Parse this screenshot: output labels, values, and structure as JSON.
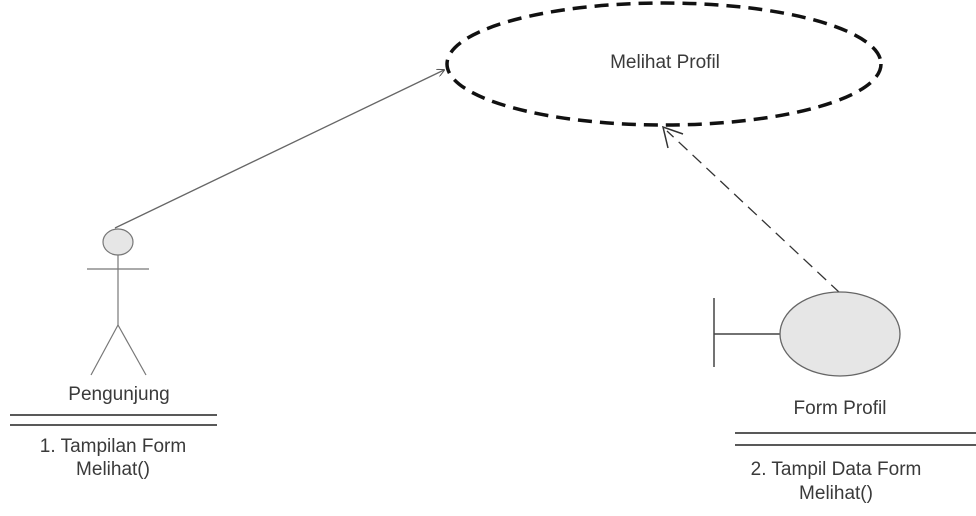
{
  "usecase": {
    "label": "Melihat Profil"
  },
  "actor": {
    "name": "Pengunjung",
    "operation_line1": "1. Tampilan Form",
    "operation_line2": "Melihat()"
  },
  "boundary": {
    "name": "Form Profil",
    "operation_line1": "2. Tampil Data Form",
    "operation_line2": "Melihat()"
  },
  "colors": {
    "line": "#555555",
    "usecase_border": "#111111",
    "actor_head_fill": "#e6e6e6",
    "boundary_fill": "#e6e6e6",
    "text": "#3a3a3a"
  }
}
